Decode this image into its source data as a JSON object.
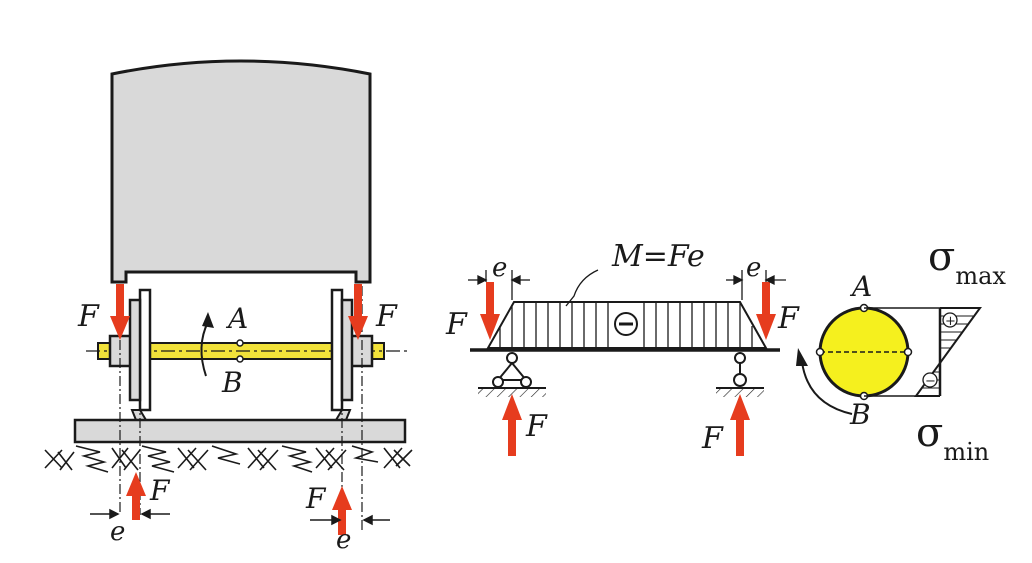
{
  "labels": {
    "force": "F",
    "eccentricity": "e",
    "point_a": "A",
    "point_b": "B",
    "moment": "M=Fe",
    "sigma": "σ",
    "sub_max": "max",
    "sub_min": "min",
    "plus": "+",
    "minus": "−"
  },
  "colors": {
    "force_arrow": "#e63c1e",
    "axle": "#f2e23a",
    "section": "#f5f01e",
    "car_body": "#d9d9d9",
    "ink": "#1a1a1a"
  }
}
